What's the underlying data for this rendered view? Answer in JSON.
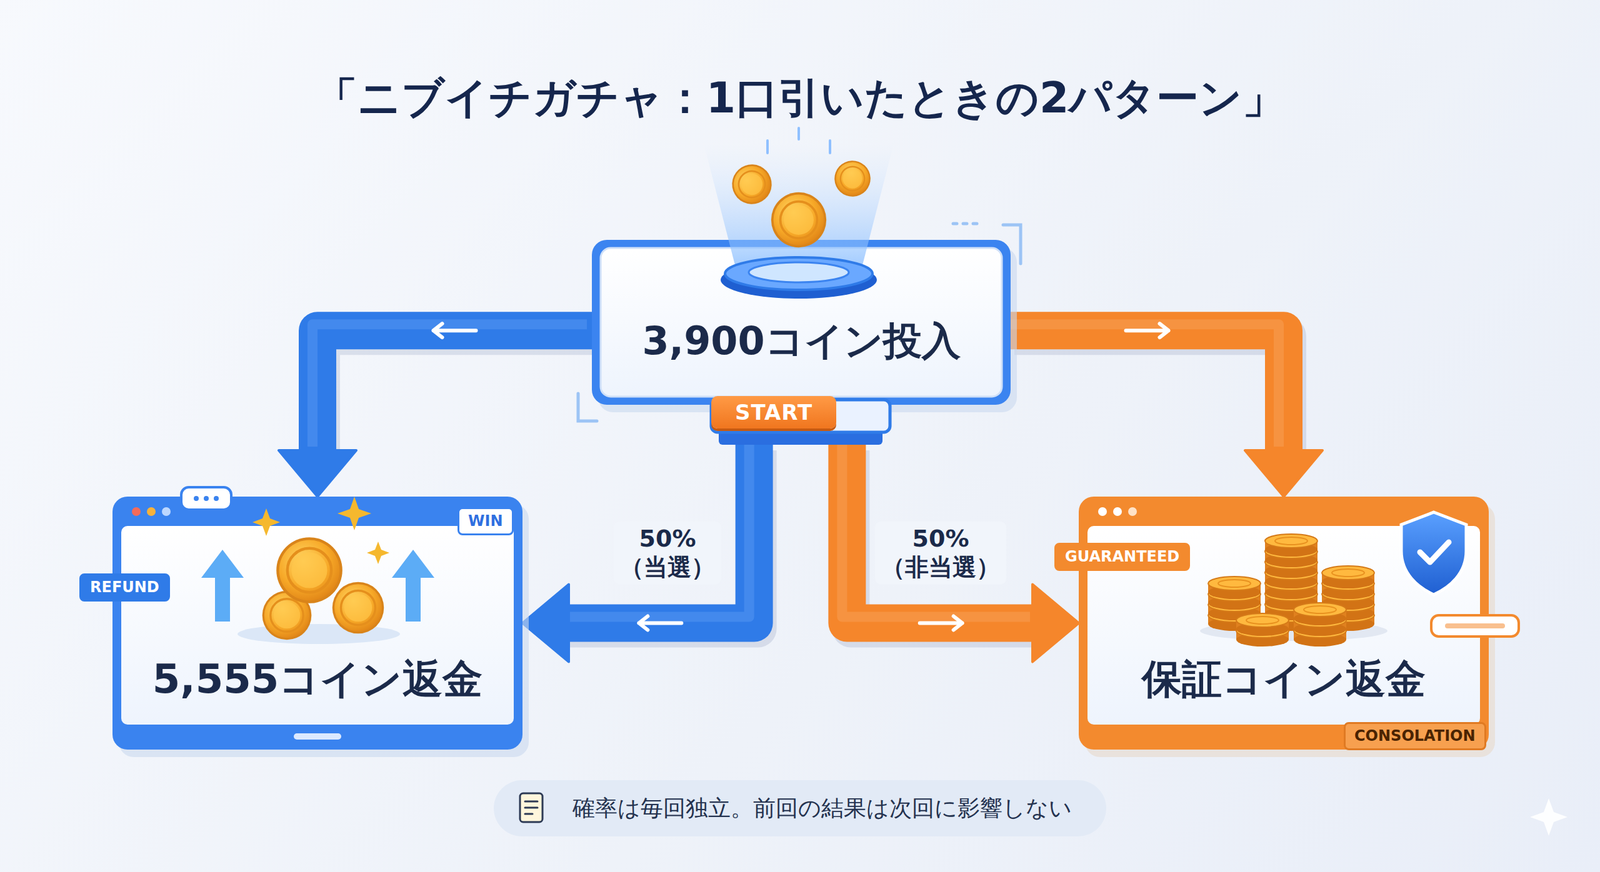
{
  "diagram": {
    "title": "「ニブイチガチャ：1口引いたときの2パターン」",
    "nodes": [
      {
        "text": [
          "3,900コイン投入"
        ]
      },
      {
        "text": [
          "START"
        ]
      },
      {
        "text": [
          "5,555コイン返金"
        ]
      },
      {
        "text": [
          "保証コイン返金"
        ]
      },
      {
        "text": [
          "確率は毎回独立。前回の結果は次回に影響しない"
        ]
      }
    ],
    "edges": [
      {
        "from": 0,
        "to": 2,
        "arrow": "to"
      },
      {
        "from": 0,
        "to": 3,
        "arrow": "to"
      },
      {
        "from": 1,
        "to": 2,
        "label": "50% （当選）",
        "arrow": "to"
      },
      {
        "from": 1,
        "to": 3,
        "label": "50% （非当選）",
        "arrow": "to"
      }
    ],
    "labels": [
      "REFUND",
      "WIN",
      "GUARANTEED",
      "CONSOLATION"
    ]
  }
}
